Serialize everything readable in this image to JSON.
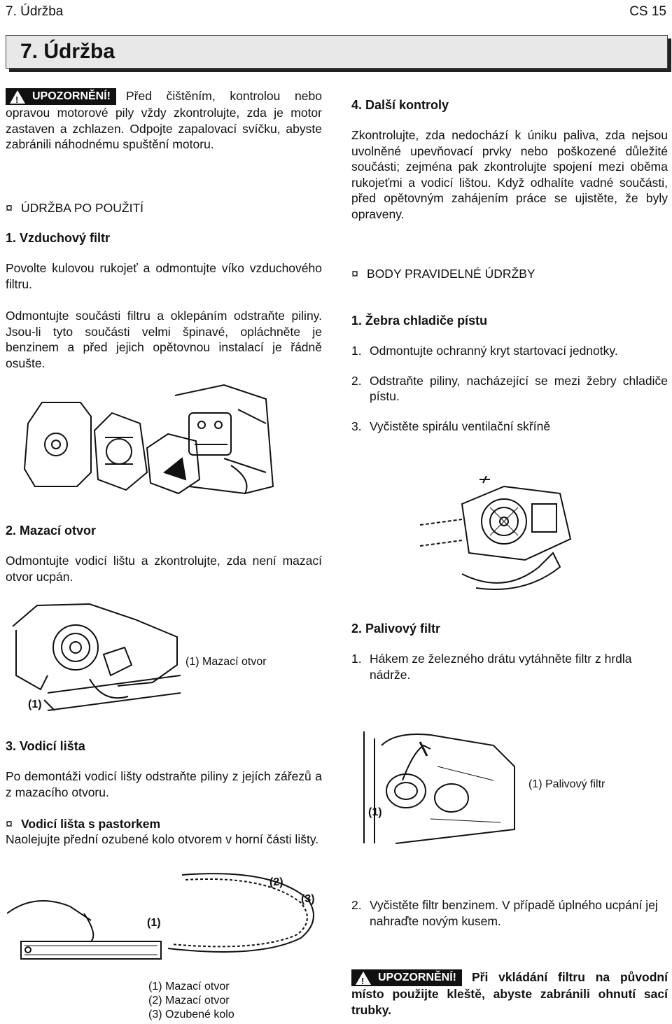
{
  "header": {
    "left": "7. Údržba",
    "right": "CS 15"
  },
  "chapter_title": "7. Údržba",
  "left": {
    "warning_label": "UPOZORNĚNÍ!",
    "warning_text": "Před čištěním, kontrolou nebo opravou motorové pily vždy zkontrolujte, zda je motor zastaven a zchlazen. Odpojte zapalovací svíčku, abyste zabránili náhodnému spuštění motoru.",
    "maint_after_use": "ÚDRŽBA PO POUŽITÍ",
    "s1_title": "1. Vzduchový filtr",
    "s1_p1": "Povolte kulovou rukojeť a odmontujte víko vzduchového filtru.",
    "s1_p2": "Odmontujte součásti filtru a oklepáním odstraňte piliny. Jsou-li tyto součásti velmi špinavé, opláchněte je benzinem a před jejich opětovnou instalací je řádně osušte.",
    "s2_title": "2. Mazací otvor",
    "s2_p1": "Odmontujte vodicí lištu a zkontrolujte, zda není mazací otvor ucpán.",
    "fig2_callout": "(1)",
    "fig2_caption": "(1) Mazací otvor",
    "s3_title": "3. Vodicí lišta",
    "s3_p1": "Po demontáži vodicí lišty odstraňte piliny z jejích zářezů a z mazacího otvoru.",
    "s3_sub": "Vodicí lišta s pastorkem",
    "s3_p2": "Naolejujte přední ozubené kolo otvorem v horní části lišty.",
    "fig3_callouts": [
      "(1)",
      "(2)",
      "(3)"
    ],
    "fig3_captions": [
      "(1) Mazací otvor",
      "(2) Mazací otvor",
      "(3) Ozubené kolo"
    ]
  },
  "right": {
    "s4_title": "4. Další kontroly",
    "s4_p1": "Zkontrolujte, zda nedochází k úniku paliva, zda nejsou uvolněné upevňovací prvky nebo poškozené důležité součásti; zejména pak zkontrolujte spojení mezi oběma rukojeťmi a vodicí lištou. Když odhalíte vadné součásti, před opětovným zahájením práce se ujistěte, že byly opraveny.",
    "periodic": "BODY PRAVIDELNÉ ÚDRŽBY",
    "r1_title": "1. Žebra chladiče pístu",
    "r1_steps": [
      {
        "n": "1.",
        "t": "Odmontujte ochranný kryt startovací jednotky."
      },
      {
        "n": "2.",
        "t": "Odstraňte piliny, nacházející se mezi žebry chladiče pístu."
      },
      {
        "n": "3.",
        "t": "Vyčistěte spirálu ventilační skříně"
      }
    ],
    "r2_title": "2. Palivový filtr",
    "r2_step1_n": "1.",
    "r2_step1": "Hákem ze železného drátu vytáhněte filtr z hrdla nádrže.",
    "fig_fuel_callout": "(1)",
    "fig_fuel_caption": "(1) Palivový filtr",
    "r2_step2_n": "2.",
    "r2_step2": "Vyčistěte filtr benzinem. V případě úplného ucpání jej nahraďte novým kusem.",
    "warning_label": "UPOZORNĚNÍ!",
    "warning_text": "Při vkládání filtru na původní místo použijte kleště, abyste zabránili ohnutí sací trubky."
  },
  "icons": {
    "section_symbol": "¤",
    "warning_icon": "!"
  }
}
